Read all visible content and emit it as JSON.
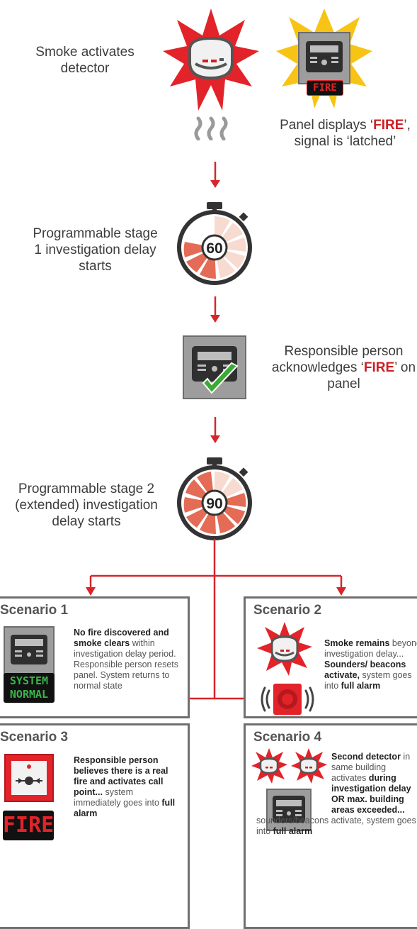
{
  "steps": {
    "smoke": "Smoke activates detector",
    "panel_prefix": "Panel displays ‘",
    "panel_fire": "FIRE",
    "panel_suffix": "’, signal is ‘latched’",
    "stage1": "Programmable stage 1 investigation delay starts",
    "ack_prefix": "Responsible person acknowledges ‘",
    "ack_fire": "FIRE",
    "ack_suffix": "’ on panel",
    "stage2": "Programmable stage 2 (extended) investigation delay starts"
  },
  "timers": {
    "stage1": "60",
    "stage2": "90"
  },
  "panel_badge": "FIRE",
  "scenarios": [
    {
      "title": "Scenario 1",
      "bold": "No fire discovered and smoke clears",
      "text": "within investigation delay period. Responsible person resets panel. System returns to normal state",
      "badge_line1": "SYSTEM",
      "badge_line2": "NORMAL"
    },
    {
      "title": "Scenario 2",
      "bold1": "Smoke remains",
      "text1": "beyond investigation delay...",
      "bold2": "Sounders/ beacons activate,",
      "text2": "system goes into",
      "bold3": "full alarm"
    },
    {
      "title": "Scenario 3",
      "bold": "Responsible person believes there is a real fire and activates call point...",
      "text": "system immediately goes into",
      "bold2": "full alarm",
      "badge": "FIRE"
    },
    {
      "title": "Scenario 4",
      "bold1": "Second detector",
      "text1": "in same building activates",
      "bold2": "during investigation delay OR max. building areas exceeded...",
      "text2": "sounders/beacons activate, system goes into",
      "bold3": "full alarm"
    }
  ],
  "colors": {
    "red": "#d7262b",
    "panel_grey": "#9d9d9d",
    "box_border": "#6f6f6f",
    "green_check": "#3aaa35",
    "burst_yellow": "#f7c416"
  }
}
